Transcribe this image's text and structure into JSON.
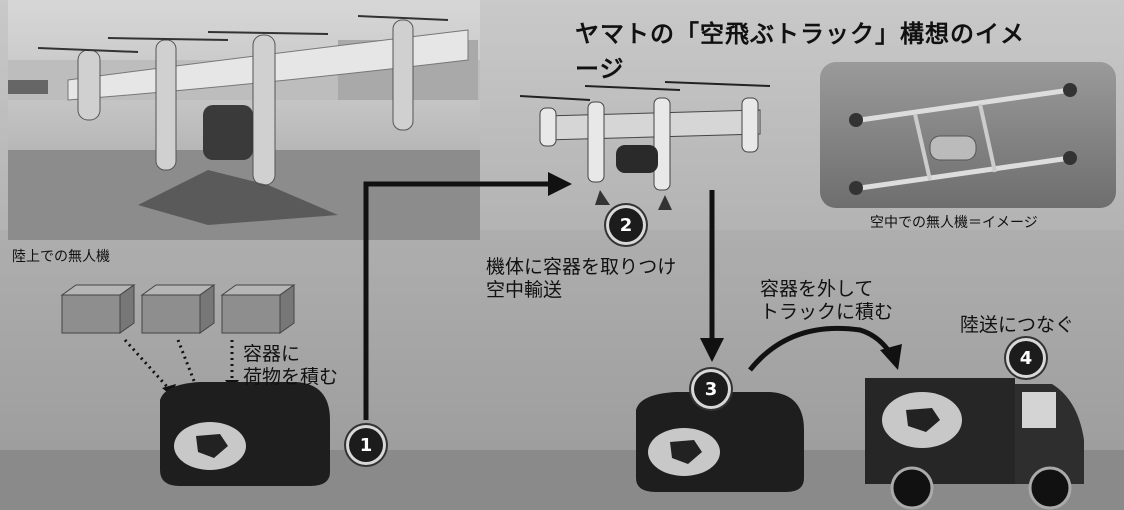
{
  "title": "ヤマトの「空飛ぶトラック」構想のイメージ",
  "ground_drone_caption": "陸上での無人機",
  "air_drone_caption": "空中での無人機＝イメージ",
  "load_caption_line1": "容器に",
  "load_caption_line2": "荷物を積む",
  "attach_caption_line1": "機体に容器を取りつけ",
  "attach_caption_line2": "空中輸送",
  "detach_caption_line1": "容器を外して",
  "detach_caption_line2": "トラックに積む",
  "land_caption": "陸送につなぐ",
  "steps": [
    "1",
    "2",
    "3",
    "4"
  ]
}
